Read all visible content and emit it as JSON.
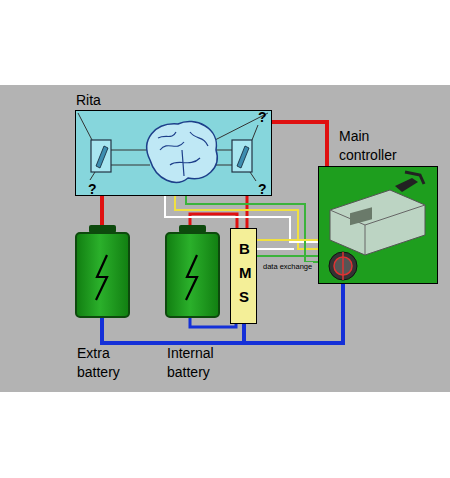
{
  "diagram": {
    "nodes": [
      {
        "text": [
          "Rita"
        ]
      },
      {
        "text": [
          "Main controller"
        ]
      },
      {
        "text": [
          "Extra battery"
        ]
      },
      {
        "text": [
          "Internal battery"
        ]
      },
      {
        "text": [
          "BMS"
        ]
      }
    ],
    "edges": [
      {
        "from": 2,
        "to": 0,
        "arrow": "none"
      },
      {
        "from": 3,
        "to": 4,
        "arrow": "none"
      },
      {
        "from": 4,
        "to": 0,
        "arrow": "none"
      },
      {
        "from": 0,
        "to": 1,
        "arrow": "none"
      },
      {
        "from": 0,
        "to": 1,
        "arrow": "none"
      },
      {
        "from": 4,
        "to": 1,
        "label": "data exchange",
        "arrow": "none"
      },
      {
        "from": 3,
        "to": 4,
        "arrow": "none"
      },
      {
        "from": 2,
        "to": 1,
        "arrow": "none"
      },
      {
        "from": 4,
        "to": 1,
        "arrow": "none"
      }
    ],
    "labels": [
      "?",
      "?",
      "?"
    ]
  }
}
